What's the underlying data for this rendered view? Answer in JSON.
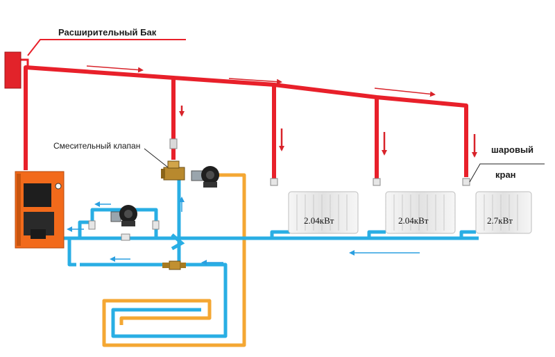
{
  "labels": {
    "expansion_tank": "Расширительный Бак",
    "mixing_valve": "Смесительный клапан",
    "ball_valve_line1": "шаровый",
    "ball_valve_line2": "кран"
  },
  "radiators": [
    {
      "power": "2.04кВт"
    },
    {
      "power": "2.04кВт"
    },
    {
      "power": "2.7кВт"
    }
  ],
  "colors": {
    "supply": "#e8202a",
    "return": "#29aee4",
    "floor_loop": "#f4a733",
    "boiler": "#f26a1b",
    "radiator": "#ececec",
    "arrow_supply": "#d8232a",
    "arrow_return": "#2a9fe0"
  }
}
